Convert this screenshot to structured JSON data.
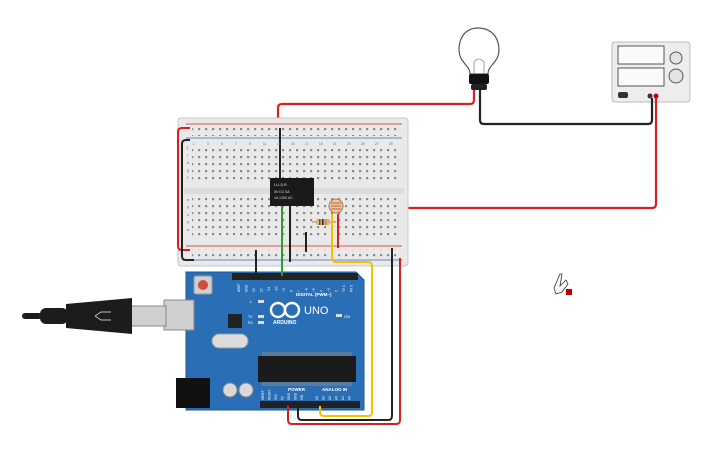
{
  "colors": {
    "board": "#2a6fb5",
    "board_dark": "#1f5a96",
    "breadboard": "#e9e9e9",
    "wire_red": "#d62020",
    "wire_black": "#222222",
    "wire_green": "#2aa02a",
    "wire_yellow": "#f2c200",
    "relay": "#1a1a1a",
    "supply": "#ececec"
  },
  "arduino": {
    "brand": "ARDUINO",
    "model": "UNO",
    "digital_header": "DIGITAL (PWM~)",
    "power_header": "POWER",
    "analog_header": "ANALOG IN",
    "led_on": "ON",
    "led_l": "L",
    "led_tx": "TX",
    "led_rx": "RX",
    "power_pins": [
      "IOREF",
      "RESET",
      "3V3",
      "5V",
      "GND",
      "GND",
      "VIN"
    ],
    "analog_pins": [
      "A0",
      "A1",
      "A2",
      "A3",
      "A4",
      "A5"
    ],
    "digital_pins": [
      "AREF",
      "GND",
      "13",
      "12",
      "~11",
      "~10",
      "~9",
      "8",
      "7",
      "~6",
      "~5",
      "4",
      "~3",
      "2",
      "TX 1",
      "RX 0"
    ]
  },
  "breadboard": {
    "row_letters_top": [
      "j",
      "i",
      "h",
      "g",
      "f"
    ],
    "row_letters_bottom": [
      "e",
      "d",
      "c",
      "b",
      "a"
    ],
    "column_numbers": [
      "1",
      "3",
      "5",
      "7",
      "9",
      "11",
      "13",
      "15",
      "17",
      "19",
      "21",
      "23",
      "25",
      "27",
      "29"
    ]
  },
  "relay": {
    "label_line1": "LU-5-R",
    "label_line2": "5V DC 5A",
    "label_line3": "1A 125V AC"
  },
  "icons": {
    "lamp": "light-bulb-icon",
    "supply": "power-supply-icon",
    "cursor": "hand-pointer-icon",
    "usb": "usb-cable-icon"
  }
}
